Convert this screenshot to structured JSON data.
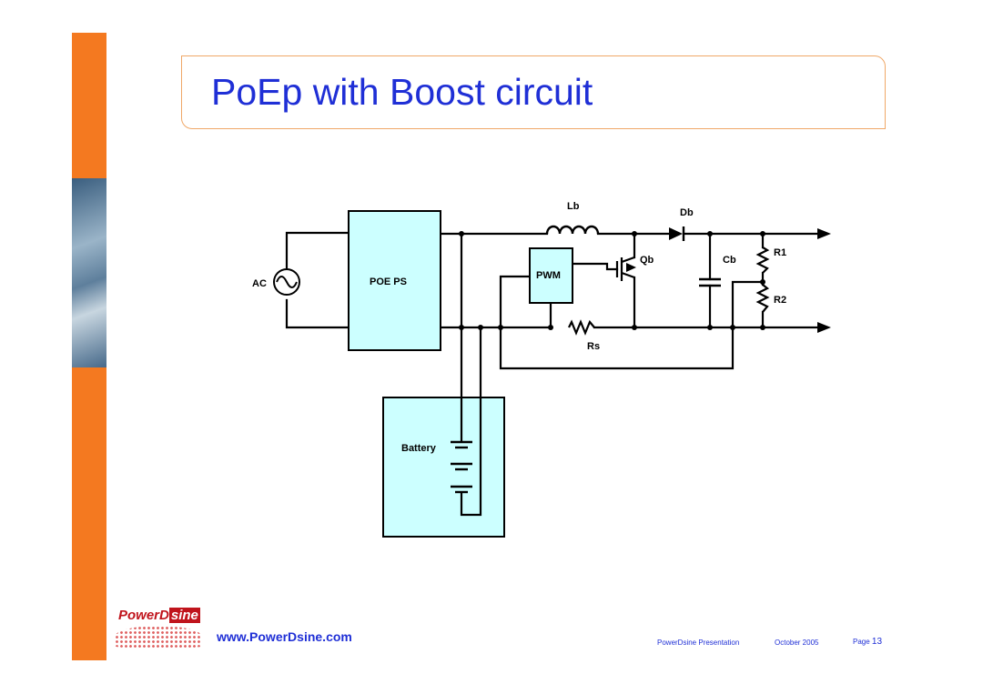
{
  "title": "PoEp with Boost circuit",
  "diagram": {
    "labels": {
      "ac": "AC",
      "poe_ps": "POE PS",
      "pwm": "PWM",
      "battery": "Battery",
      "lb": "Lb",
      "db": "Db",
      "qb": "Qb",
      "cb": "Cb",
      "r1": "R1",
      "r2": "R2",
      "rs": "Rs"
    }
  },
  "logo": {
    "text_left": "PowerD",
    "text_right": "sine"
  },
  "footer": {
    "website": "www.PowerDsine.com",
    "presentation": "PowerDsine Presentation",
    "date": "October  2005",
    "page_label": "Page",
    "page_number": "13"
  },
  "colors": {
    "accent_orange": "#f47920",
    "title_blue": "#1f2fd6",
    "box_fill": "#ccffff",
    "logo_red": "#c0141c"
  }
}
